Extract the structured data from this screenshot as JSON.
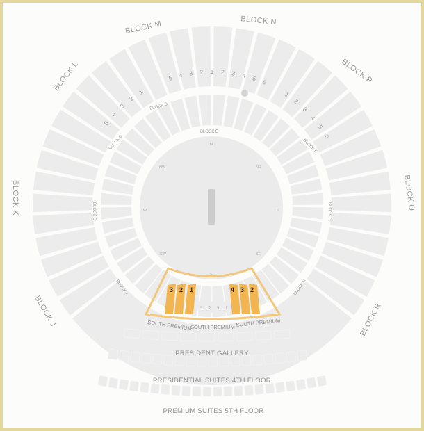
{
  "blocks": {
    "block_m": "BLOCK M",
    "block_n": "BLOCK N",
    "block_p": "BLOCK P",
    "block_l": "BLOCK L",
    "block_o": "BLOCK O",
    "block_k": "BLOCK K",
    "block_j": "BLOCK J",
    "block_r": "BLOCK R",
    "block_d": "BLOCK D",
    "block_c": "BLOCK C",
    "block_e": "BLOCK E",
    "block_f": "BLOCK F",
    "block_b": "BLOCK B",
    "block_g": "BLOCK G",
    "block_a": "BLOCK A",
    "block_h": "BLOCK H"
  },
  "compass": {
    "n": "N",
    "nw": "NW",
    "ne": "NE",
    "w": "W",
    "e": "E",
    "sw": "SW",
    "se": "SE",
    "s": "S"
  },
  "tiers": {
    "president_gallery": "PRESIDENT GALLERY",
    "presidential_suites": "PRESIDENTIAL SUITES 4TH FLOOR",
    "premium_suites": "PREMIUM SUITES 5TH FLOOR"
  },
  "south_premium": {
    "left_label": "SOUTH PREMIUM",
    "center_label": "SOUTH PREMIUM",
    "right_label": "SOUTH PREMIUM",
    "left_sections": [
      "3",
      "2",
      "1"
    ],
    "right_sections": [
      "4",
      "3",
      "2"
    ],
    "center_numbers": [
      "3",
      "2",
      "3",
      "1"
    ]
  },
  "outer_numbers": {
    "block_m": [
      "1",
      "2",
      "3",
      "4",
      "5"
    ],
    "block_n": [
      "1",
      "2",
      "3",
      "4",
      "5",
      "6"
    ],
    "block_l": [
      "1",
      "2",
      "3",
      "4",
      "5"
    ],
    "block_p": [
      "1",
      "2",
      "3",
      "4",
      "5",
      "6"
    ]
  },
  "colors": {
    "highlight": "#f3b550",
    "highlight_border": "#f0b85a",
    "frame": "#e3d79c",
    "section_fill": "#ececec",
    "ground": "#eaeaea",
    "pitch": "#cfcfcf"
  }
}
